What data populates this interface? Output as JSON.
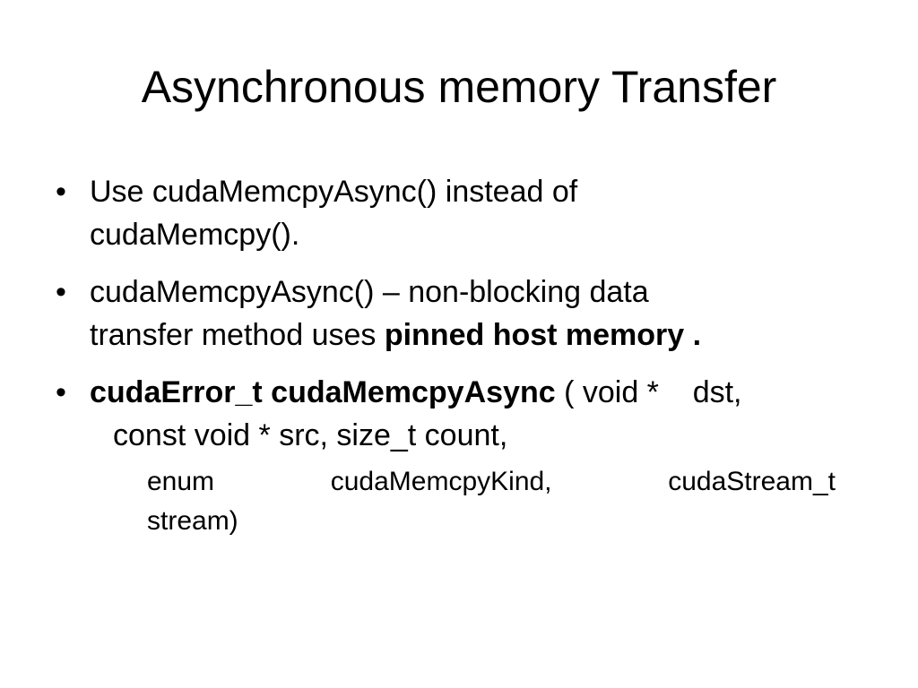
{
  "slide": {
    "title": "Asynchronous memory Transfer",
    "bullet_glyph": "•",
    "bullets": [
      {
        "line1": "Use cudaMemcpyAsync() instead of",
        "line2": "cudaMemcpy()."
      },
      {
        "line1": "cudaMemcpyAsync() – non-blocking data",
        "line2_plain": "transfer method uses ",
        "line2_bold": "pinned host memory ."
      },
      {
        "bold": "cudaError_t cudaMemcpyAsync",
        "rest": " ( void *    dst,",
        "line2": "const void * src, size_t count,",
        "sub_tokens": [
          "enum",
          "cudaMemcpyKind,",
          "cudaStream_t"
        ],
        "sub_line2": "stream)"
      }
    ]
  }
}
